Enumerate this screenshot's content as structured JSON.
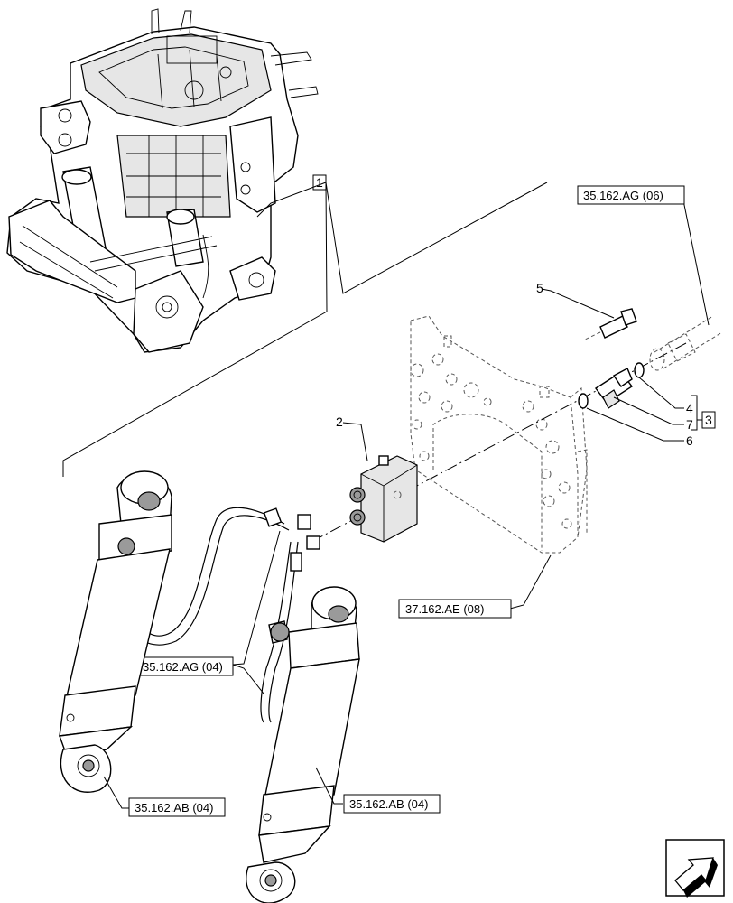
{
  "references": {
    "ref_top_right": "35.162.AG (06)",
    "ref_bracket": "37.162.AE (08)",
    "ref_mid_left": "35.162.AG (04)",
    "ref_bottom_left": "35.162.AB (04)",
    "ref_bottom_right": "35.162.AB (04)"
  },
  "item_numbers": {
    "n1": "1",
    "n2": "2",
    "n3": "3",
    "n4": "4",
    "n5": "5",
    "n6": "6",
    "n7": "7"
  },
  "icons": {
    "nav": "next-page-arrow-icon"
  }
}
